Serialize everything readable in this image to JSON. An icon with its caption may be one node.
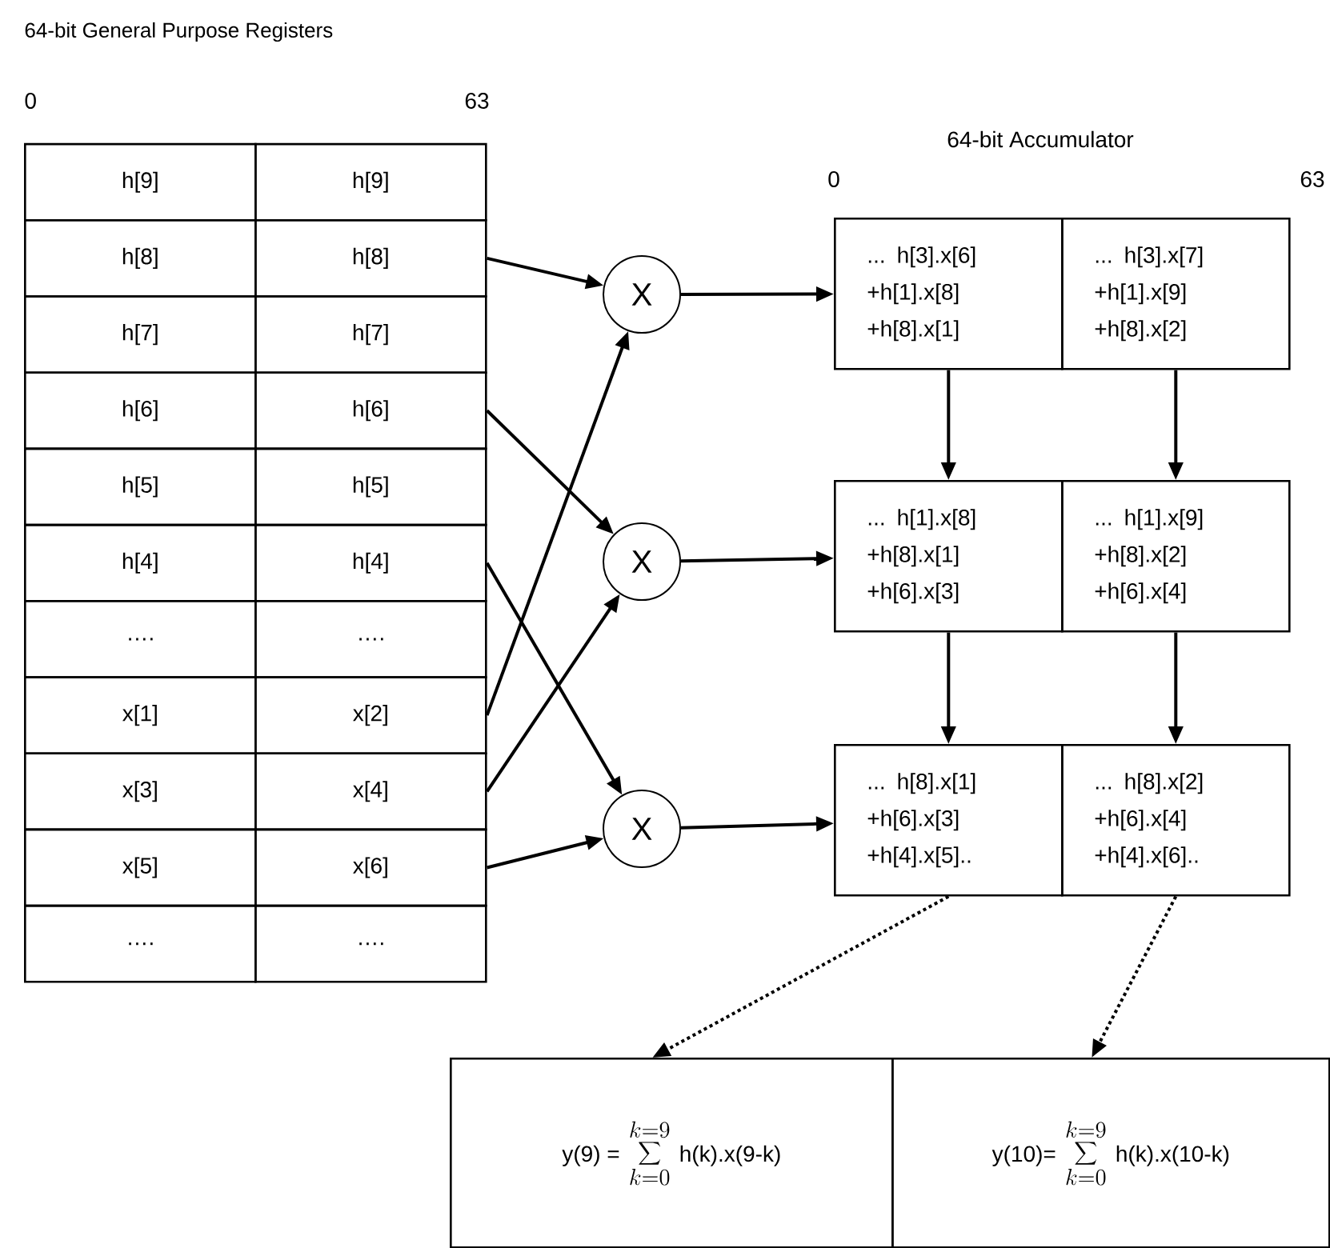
{
  "diagram": {
    "title": "64-bit General Purpose Registers",
    "nodes": [
      {
        "text": [
          "h[9]"
        ]
      },
      {
        "text": [
          "h[9]"
        ]
      },
      {
        "text": [
          "h[8]"
        ]
      },
      {
        "text": [
          "h[8]"
        ]
      },
      {
        "text": [
          "h[7]"
        ]
      },
      {
        "text": [
          "h[7]"
        ]
      },
      {
        "text": [
          "h[6]"
        ]
      },
      {
        "text": [
          "h[6]"
        ]
      },
      {
        "text": [
          "h[5]"
        ]
      },
      {
        "text": [
          "h[5]"
        ]
      },
      {
        "text": [
          "h[4]"
        ]
      },
      {
        "text": [
          "h[4]"
        ]
      },
      {
        "text": [
          "…."
        ]
      },
      {
        "text": [
          "…."
        ]
      },
      {
        "text": [
          "x[1]"
        ]
      },
      {
        "text": [
          "x[2]"
        ]
      },
      {
        "text": [
          "x[3]"
        ]
      },
      {
        "text": [
          "x[4]"
        ]
      },
      {
        "text": [
          "x[5]"
        ]
      },
      {
        "text": [
          "x[6]"
        ]
      },
      {
        "text": [
          "…."
        ]
      },
      {
        "text": [
          "…."
        ]
      },
      {
        "text": [
          "X"
        ]
      },
      {
        "text": [
          "X"
        ]
      },
      {
        "text": [
          "X"
        ]
      },
      {
        "text": [
          "... h[3].x[6] +h[1].x[8] +h[8].x[1]"
        ]
      },
      {
        "text": [
          "... h[3].x[7] +h[1].x[9] +h[8].x[2]"
        ]
      },
      {
        "text": [
          "... h[1].x[8] +h[8].x[1] +h[6].x[3]"
        ]
      },
      {
        "text": [
          "... h[1].x[9] +h[8].x[2] +h[6].x[4]"
        ]
      },
      {
        "text": [
          "... h[8].x[1] +h[6].x[3] +h[4].x[5].."
        ]
      },
      {
        "text": [
          "... h[8].x[2] +h[6].x[4] +h[4].x[6].."
        ]
      },
      {
        "text": [
          "y(9) =",
          "\\sum_{k=0}^{k=9}",
          "h(k).x(9-k)"
        ]
      },
      {
        "text": [
          "y(10)=",
          "\\sum_{k=0}^{k=9}",
          "h(k).x(10-k)"
        ]
      }
    ],
    "edges": [
      {
        "from": 3,
        "to": 22,
        "arrow": "to"
      },
      {
        "from": 7,
        "to": 23,
        "arrow": "to"
      },
      {
        "from": 11,
        "to": 24,
        "arrow": "to"
      },
      {
        "from": 15,
        "to": 22,
        "arrow": "to"
      },
      {
        "from": 17,
        "to": 23,
        "arrow": "to"
      },
      {
        "from": 19,
        "to": 24,
        "arrow": "to"
      },
      {
        "from": 22,
        "to": 25,
        "arrow": "to"
      },
      {
        "from": 23,
        "to": 27,
        "arrow": "to"
      },
      {
        "from": 24,
        "to": 29,
        "arrow": "to"
      },
      {
        "from": 25,
        "to": 27,
        "arrow": "to"
      },
      {
        "from": 26,
        "to": 28,
        "arrow": "to"
      },
      {
        "from": 27,
        "to": 29,
        "arrow": "to"
      },
      {
        "from": 28,
        "to": 30,
        "arrow": "to"
      },
      {
        "from": 29,
        "to": 31,
        "arrow": "to",
        "style": "dashed"
      },
      {
        "from": 30,
        "to": 32,
        "arrow": "to",
        "style": "dashed"
      }
    ],
    "labels": [
      "0",
      "63",
      "64-bit Accumulator",
      "0",
      "63"
    ]
  }
}
